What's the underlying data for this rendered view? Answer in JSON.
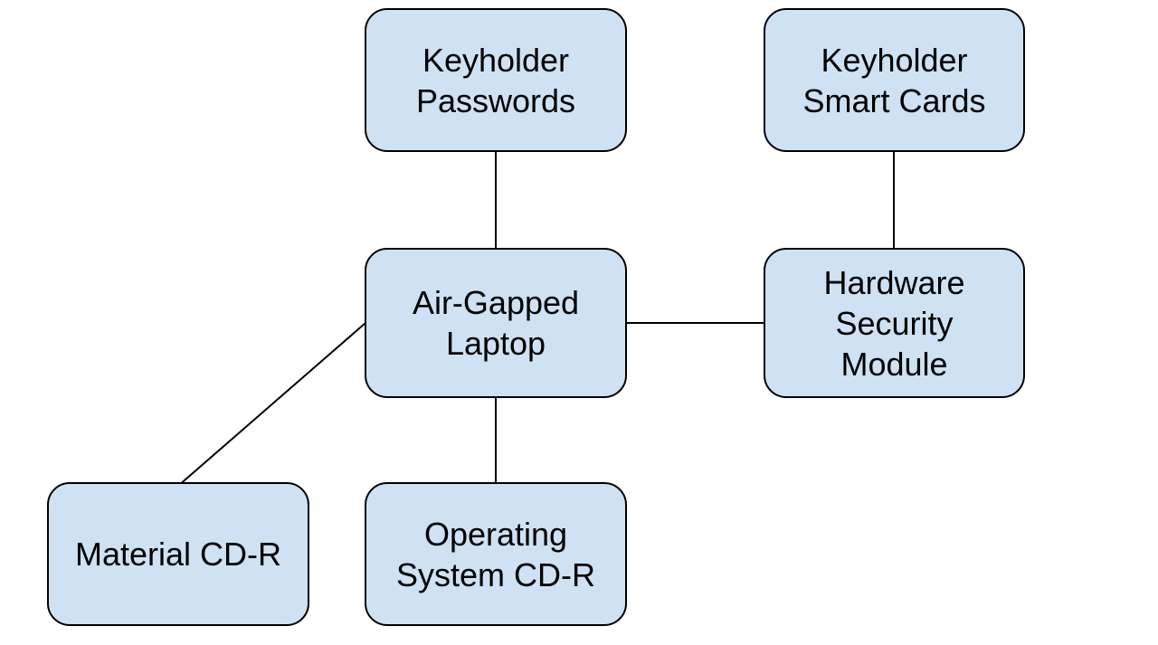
{
  "diagram": {
    "colors": {
      "canvas_bg": "#ffffff",
      "node_fill": "#cfe2f3",
      "node_border": "#000000",
      "connector_color": "#000000",
      "text_color": "#000000"
    },
    "nodes": [
      {
        "id": "keyholder-passwords",
        "label": "Keyholder\nPasswords"
      },
      {
        "id": "keyholder-smart-cards",
        "label": "Keyholder\nSmart Cards"
      },
      {
        "id": "air-gapped-laptop",
        "label": "Air-Gapped\nLaptop"
      },
      {
        "id": "hardware-security-module",
        "label": "Hardware\nSecurity\nModule"
      },
      {
        "id": "material-cd-r",
        "label": "Material CD-R"
      },
      {
        "id": "operating-system-cd-r",
        "label": "Operating\nSystem CD-R"
      }
    ],
    "edges": [
      {
        "from": "keyholder-passwords",
        "to": "air-gapped-laptop"
      },
      {
        "from": "keyholder-smart-cards",
        "to": "hardware-security-module"
      },
      {
        "from": "air-gapped-laptop",
        "to": "hardware-security-module"
      },
      {
        "from": "air-gapped-laptop",
        "to": "operating-system-cd-r"
      },
      {
        "from": "air-gapped-laptop",
        "to": "material-cd-r"
      }
    ]
  }
}
